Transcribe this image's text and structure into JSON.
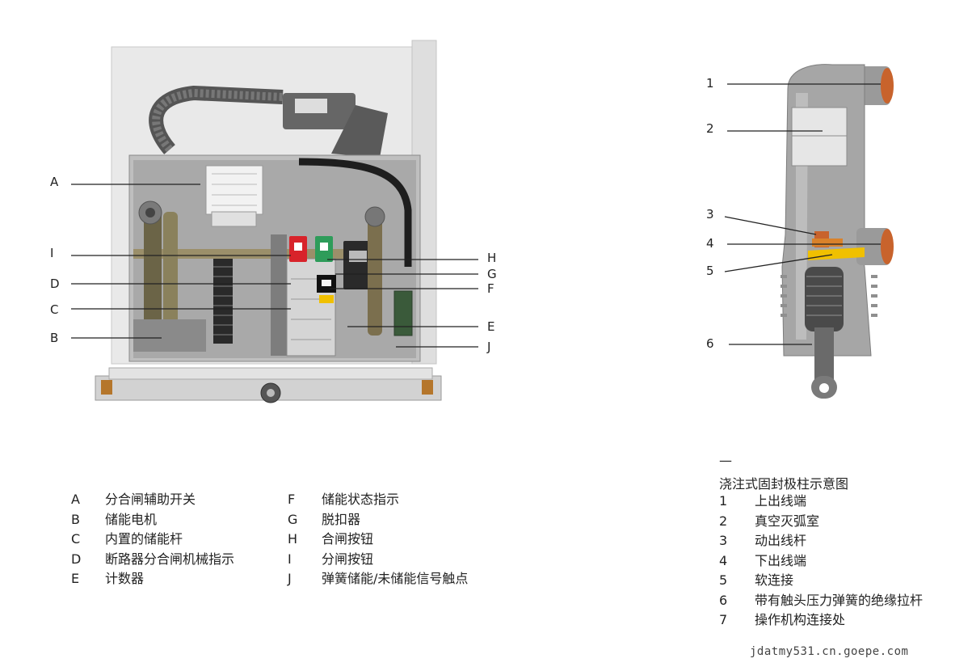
{
  "breaker": {
    "callouts_left": [
      {
        "key": "A"
      },
      {
        "key": "I"
      },
      {
        "key": "D"
      },
      {
        "key": "C"
      },
      {
        "key": "B"
      }
    ],
    "callouts_right": [
      {
        "key": "H"
      },
      {
        "key": "G"
      },
      {
        "key": "F"
      },
      {
        "key": "E"
      },
      {
        "key": "J"
      }
    ],
    "legend_col1": [
      {
        "key": "A",
        "text": "分合闸辅助开关"
      },
      {
        "key": "B",
        "text": "储能电机"
      },
      {
        "key": "C",
        "text": "内置的储能杆"
      },
      {
        "key": "D",
        "text": "断路器分合闸机械指示"
      },
      {
        "key": "E",
        "text": "计数器"
      }
    ],
    "legend_col2": [
      {
        "key": "F",
        "text": "储能状态指示"
      },
      {
        "key": "G",
        "text": "脱扣器"
      },
      {
        "key": "H",
        "text": "合闸按钮"
      },
      {
        "key": "I",
        "text": "分闸按钮"
      },
      {
        "key": "J",
        "text": "弹簧储能/未储能信号触点"
      }
    ]
  },
  "pole": {
    "callouts": [
      "1",
      "2",
      "3",
      "4",
      "5",
      "6"
    ],
    "dash": "—",
    "title": "浇注式固封极柱示意图",
    "legend": [
      {
        "key": "1",
        "text": "上出线端"
      },
      {
        "key": "2",
        "text": "真空灭弧室"
      },
      {
        "key": "3",
        "text": "动出线杆"
      },
      {
        "key": "4",
        "text": "下出线端"
      },
      {
        "key": "5",
        "text": "软连接"
      },
      {
        "key": "6",
        "text": "带有触头压力弹簧的绝缘拉杆"
      },
      {
        "key": "7",
        "text": "操作机构连接处"
      }
    ]
  },
  "watermark": "jdatmy531.cn.goepe.com",
  "colors": {
    "accent_orange": "#d9822b",
    "accent_yellow": "#f0c000",
    "red_button": "#d8232a",
    "green_button": "#2e9c5a"
  }
}
